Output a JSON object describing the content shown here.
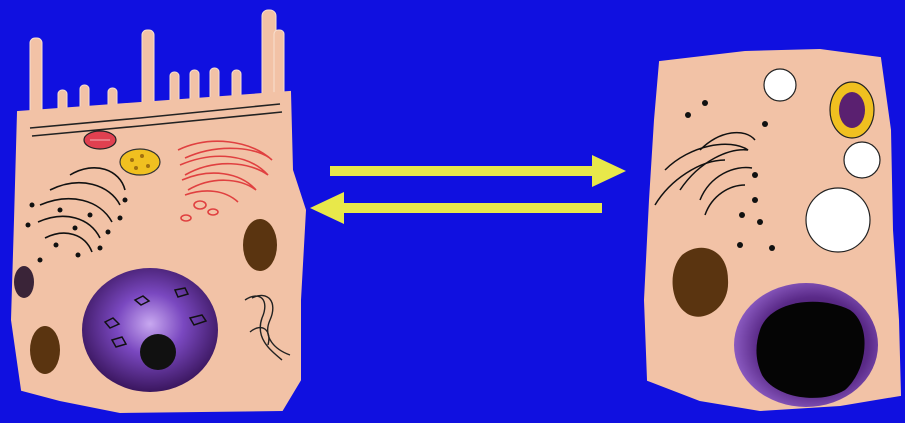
{
  "colors": {
    "background": "#1010e0",
    "cytoplasm": "#f2c2a6",
    "outline": "#111111",
    "arrow": "#e8e84a",
    "nucleus_outer": "#4a1f78",
    "nucleus_inner": "#9a6ad8",
    "mitochondrion": "#5a3410",
    "golgi": "#111111",
    "rough_er": "#e04040",
    "granule_yellow": "#f0c020",
    "granule_red": "#e04050",
    "vacuole": "#ffffff"
  },
  "diagram": {
    "left_cell": {
      "label": "",
      "kind": "differentiated-cell-with-microvilli"
    },
    "right_cell": {
      "label": "",
      "kind": "dedifferentiated-cell"
    },
    "arrows": [
      {
        "direction": "right",
        "label": ""
      },
      {
        "direction": "left",
        "label": ""
      }
    ]
  }
}
